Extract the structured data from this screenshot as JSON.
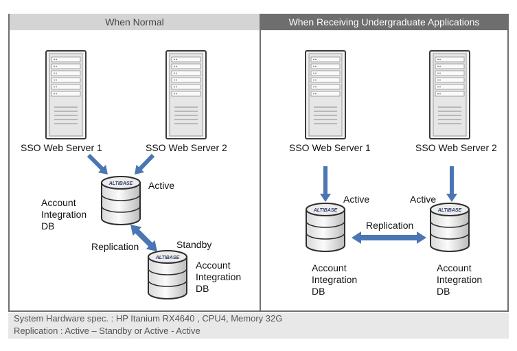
{
  "panels": {
    "left_header": "When Normal",
    "right_header": "When Receiving Undergraduate Applications"
  },
  "left": {
    "server1_label": "SSO Web Server 1",
    "server2_label": "SSO Web Server 2",
    "db1_label": "Account\nIntegration\nDB",
    "db1_state": "Active",
    "db2_label": "Account\nIntegration\nDB",
    "db2_state": "Standby",
    "replication_label": "Replication"
  },
  "right": {
    "server1_label": "SSO Web Server 1",
    "server2_label": "SSO Web Server 2",
    "db1_label": "Account\nIntegration\nDB",
    "db1_state": "Active",
    "db2_label": "Account\nIntegration\nDB",
    "db2_state": "Active",
    "replication_label": "Replication"
  },
  "db_brand": "ALTIBASE",
  "footer": {
    "line1": "System Hardware spec.  : HP Itanium RX4640 , CPU4, Memory 32G",
    "line2": "Replication  : Active – Standby  or  Active - Active"
  },
  "colors": {
    "arrow": "#4a76b4",
    "left_header_bg": "#d4d4d4",
    "right_header_bg": "#6e6e6e",
    "left_header_text": "#444444",
    "right_header_text": "#ffffff"
  }
}
